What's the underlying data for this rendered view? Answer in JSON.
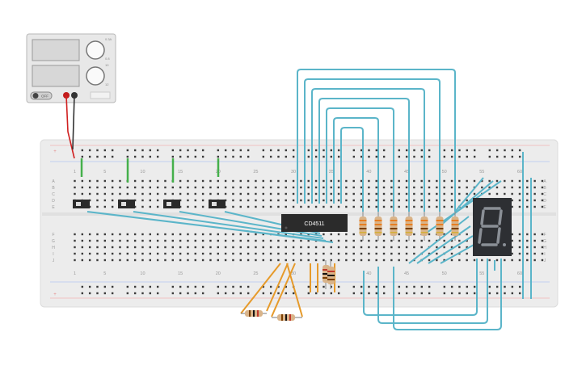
{
  "power_supply": {
    "off_label": "OFF",
    "top_knob_marks": [
      "0.3A",
      "0.8"
    ],
    "bottom_knob_marks": [
      "10",
      "12"
    ]
  },
  "breadboard": {
    "column_numbers": [
      "1",
      "5",
      "10",
      "15",
      "20",
      "25",
      "30",
      "35",
      "40",
      "45",
      "50",
      "55",
      "60"
    ],
    "row_letters_top": [
      "A",
      "B",
      "C",
      "D",
      "E"
    ],
    "row_letters_bottom": [
      "F",
      "G",
      "H",
      "I",
      "J"
    ],
    "rail_plus": "+",
    "rail_minus": "−"
  },
  "ic": {
    "label": "CD4511"
  },
  "display": {
    "digit": "8",
    "segment_color": "#8a8f96",
    "body_color": "#2d2f33"
  },
  "colors": {
    "wire_blue": "#5bb5c9",
    "wire_green": "#45b04b",
    "wire_orange": "#e69a2a",
    "wire_red": "#d02020",
    "board": "#ececec"
  }
}
